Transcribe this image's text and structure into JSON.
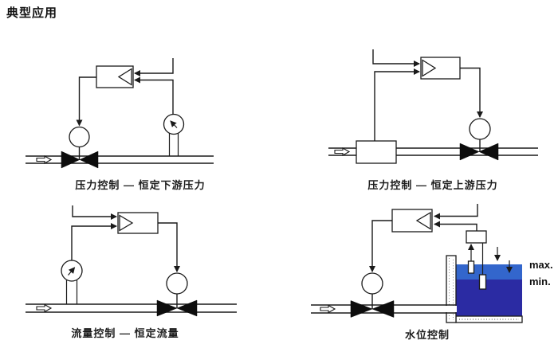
{
  "page": {
    "title": "典型应用"
  },
  "diagrams": [
    {
      "id": "pressure-control-downstream",
      "caption": "压力控制 — 恒定下游压力"
    },
    {
      "id": "pressure-control-upstream",
      "caption": "压力控制 — 恒定上游压力"
    },
    {
      "id": "flow-control",
      "caption": "流量控制 — 恒定流量"
    },
    {
      "id": "water-level-control",
      "caption": "水位控制",
      "tank": {
        "max_label": "max.",
        "min_label": "min.",
        "water_upper_color": "#3366cc",
        "water_lower_color": "#2b2ba3"
      }
    }
  ]
}
